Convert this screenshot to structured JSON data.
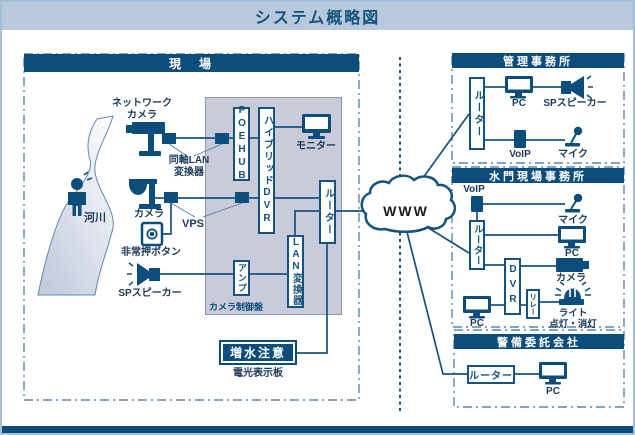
{
  "title": "システム概略図",
  "colors": {
    "navy": "#0d4d7b",
    "line": "#16527f",
    "banner_bg": "#b9c9dd",
    "panel_bg": "#c9cbda"
  },
  "field": {
    "title": "現　場",
    "network_camera_label": "ネットワーク\nカメラ",
    "coax_converter_label": "同軸LAN\n変換器",
    "river_label": "河川",
    "camera_label": "カメラ",
    "vps_label": "VPS",
    "emergency_button_label": "非常押ボタン",
    "sp_speaker_label": "SPスピーカー",
    "poe_hub": "POEHUB",
    "hybrid_dvr": "ハイブリッドDVR",
    "monitor_label": "モニター",
    "router": "ルーター",
    "amp": "アンプ",
    "lan_converter": "LAN変換器",
    "control_panel_label": "カメラ制御盤",
    "sign_text": "増水注意",
    "sign_label": "電光表示板"
  },
  "cloud": {
    "label": "WWW"
  },
  "admin_office": {
    "title": "管理事務所",
    "router": "ルーター",
    "pc_label": "PC",
    "sp_speaker_label": "SPスピーカー",
    "voip_label": "VoIP",
    "mic_label": "マイク"
  },
  "sluice_office": {
    "title": "水門現場事務所",
    "voip_label": "VoIP",
    "mic_label": "マイク",
    "router": "ルーター",
    "pc_label": "PC",
    "dvr": "DVR",
    "camera_label": "カメラ",
    "relay": "リレー",
    "light_label": "ライト\n点灯・消灯",
    "pc2_label": "PC"
  },
  "security_company": {
    "title": "警備委託会社",
    "router": "ルーター",
    "pc_label": "PC"
  }
}
